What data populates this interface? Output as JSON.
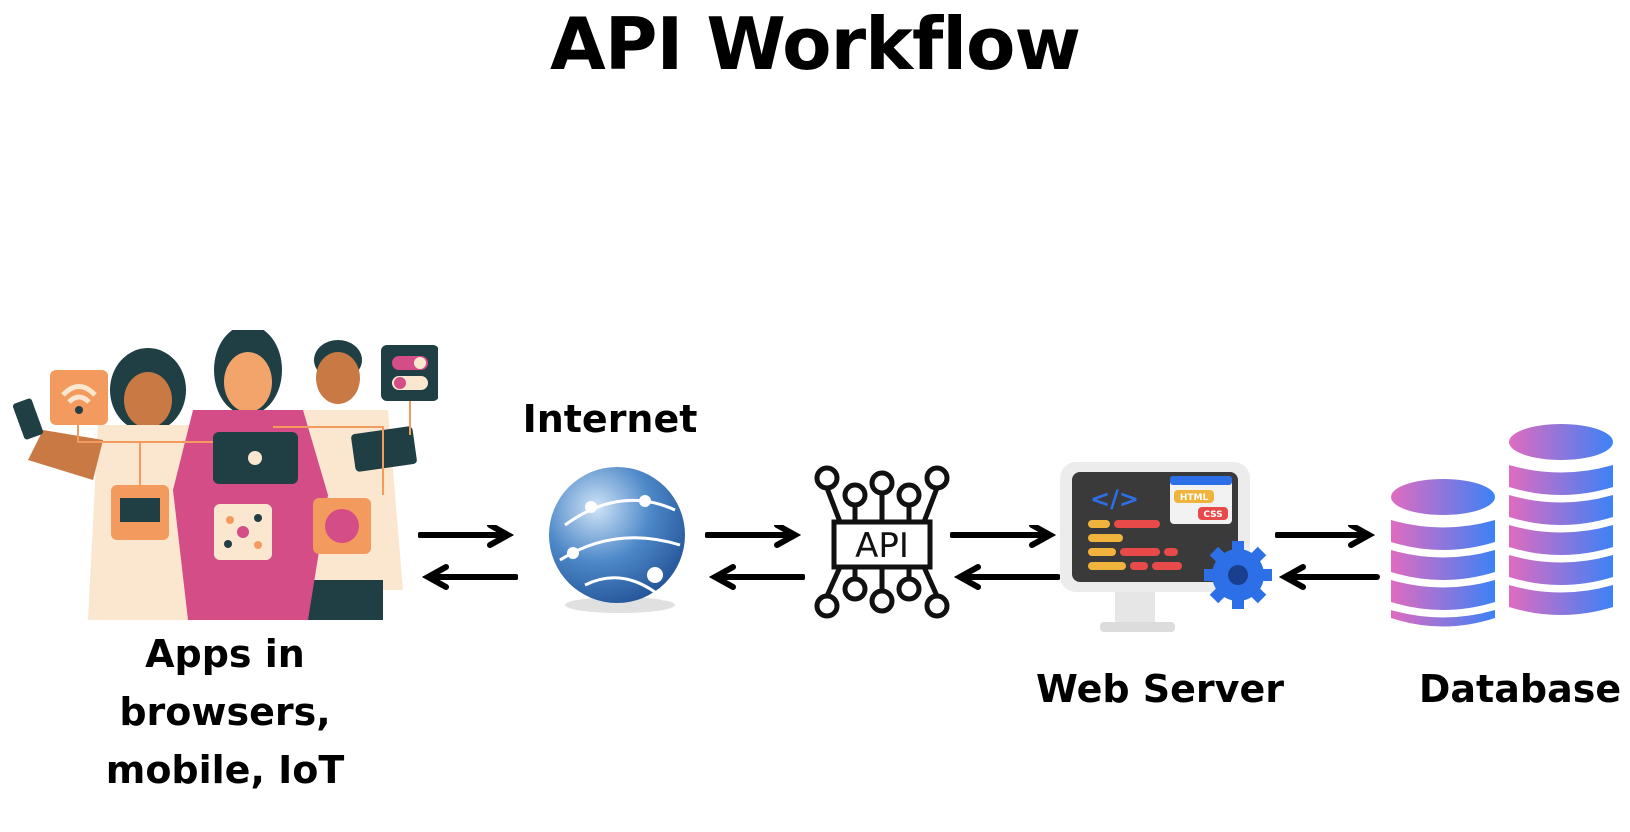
{
  "title": "API Workflow",
  "nodes": {
    "clients": {
      "label_lines": [
        "Apps in",
        "browsers,",
        "mobile, IoT"
      ]
    },
    "internet": {
      "label": "Internet"
    },
    "api": {
      "label": "API"
    },
    "web_server": {
      "label": "Web Server",
      "badges": [
        "HTML",
        "CSS"
      ],
      "code_glyph": "</>"
    },
    "database": {
      "label": "Database"
    }
  },
  "colors": {
    "orange": "#f39a5e",
    "pink": "#d44d86",
    "dark_teal": "#1f3f44",
    "cream": "#fbe7d0",
    "skin": "#c97a44",
    "globe_blue": "#2f6db5",
    "gear_blue": "#2d6fe6",
    "db_pink": "#e06bc0",
    "db_blue": "#3b82f6",
    "code_red": "#e84a4a",
    "code_yellow": "#f0b43c"
  },
  "connections": [
    {
      "from": "clients",
      "to": "internet",
      "bidirectional": true
    },
    {
      "from": "internet",
      "to": "api",
      "bidirectional": true
    },
    {
      "from": "api",
      "to": "web_server",
      "bidirectional": true
    },
    {
      "from": "web_server",
      "to": "database",
      "bidirectional": true
    }
  ]
}
